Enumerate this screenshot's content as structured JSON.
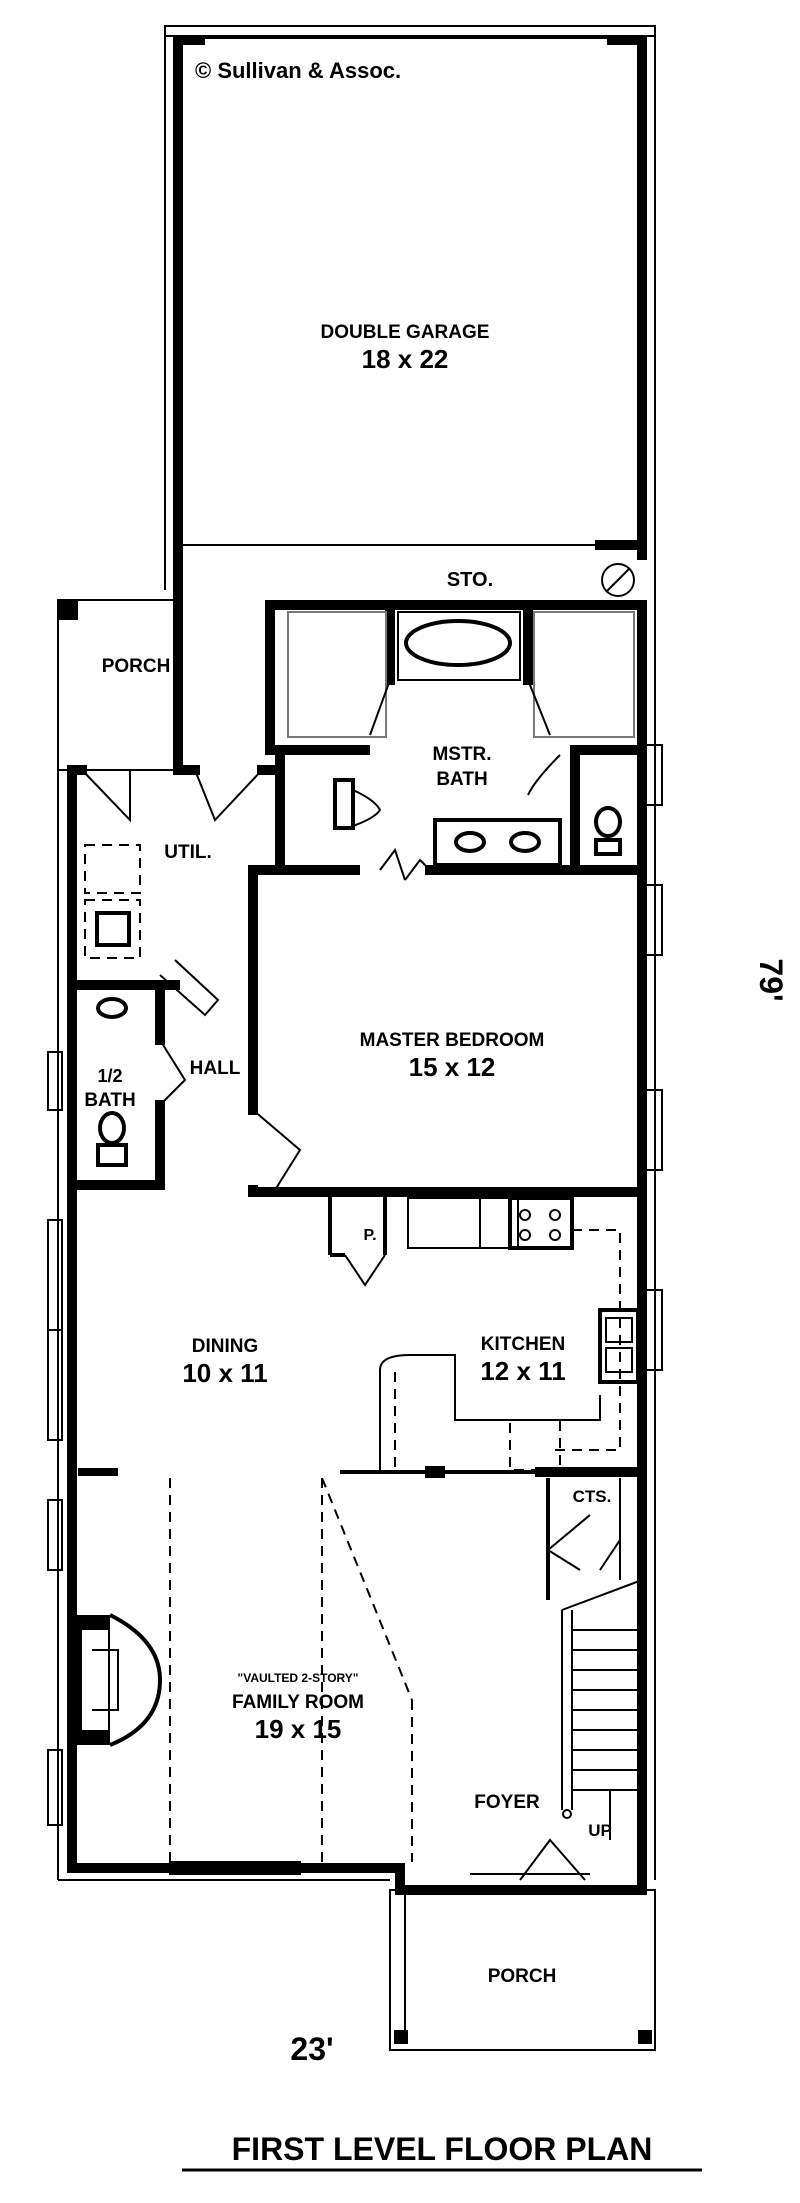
{
  "copyright": "© Sullivan & Assoc.",
  "rooms": {
    "garage_name": "DOUBLE GARAGE",
    "garage_size": "18 x 22",
    "storage": "STO.",
    "porch_side": "PORCH",
    "master_bath_line1": "MSTR.",
    "master_bath_line2": "BATH",
    "utility": "UTIL.",
    "master_bedroom_name": "MASTER BEDROOM",
    "master_bedroom_size": "15 x 12",
    "half_bath_line1": "1/2",
    "half_bath_line2": "BATH",
    "hall": "HALL",
    "pantry": "P.",
    "dining_name": "DINING",
    "dining_size": "10 x 11",
    "kitchen_name": "KITCHEN",
    "kitchen_size": "12 x 11",
    "closets": "CTS.",
    "family_note": "\"VAULTED 2-STORY\"",
    "family_name": "FAMILY ROOM",
    "family_size": "19 x 15",
    "foyer": "FOYER",
    "stair_up": "UP",
    "porch_front": "PORCH"
  },
  "dimensions": {
    "width": "23'",
    "depth": "79'"
  },
  "caption": "FIRST LEVEL FLOOR PLAN"
}
